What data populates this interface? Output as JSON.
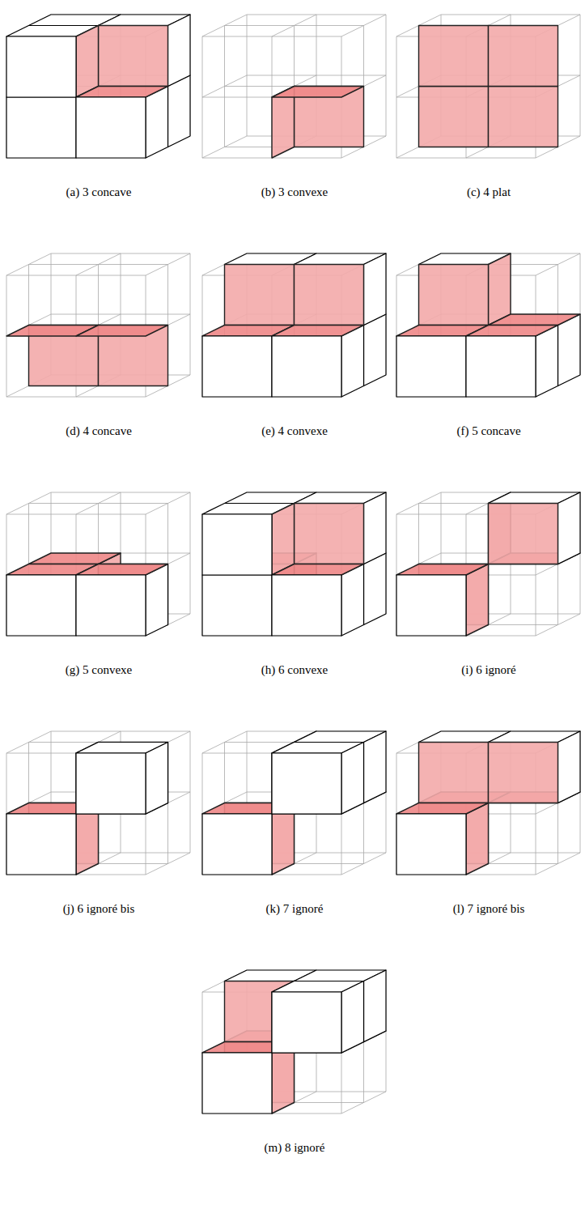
{
  "diagram": {
    "labels": [
      "(a) 3 concave",
      "(b) 3 convexe",
      "(c) 4 plat",
      "(d) 4 concave",
      "(e) 4 convexe",
      "(f) 5 concave",
      "(g) 5 convexe",
      "(h) 6 convexe",
      "(i) 6 ignoré",
      "(j) 6 ignoré bis",
      "(k) 7 ignoré",
      "(l) 7 ignoré bis",
      "(m) 8 ignoré"
    ]
  }
}
